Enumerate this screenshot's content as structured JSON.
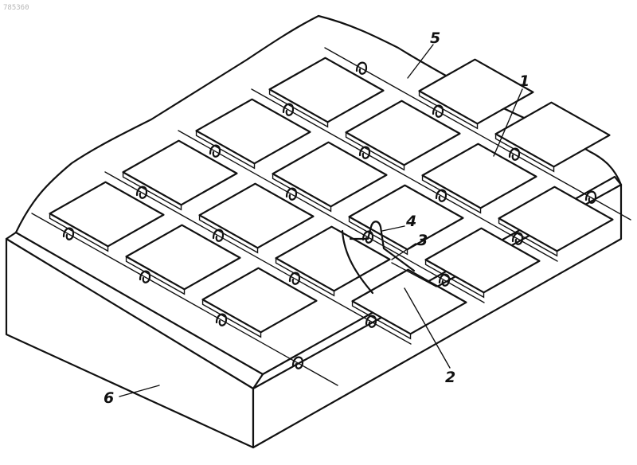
{
  "figure": {
    "corner_code": "785360",
    "callouts": [
      {
        "id": "1",
        "label": "1"
      },
      {
        "id": "2",
        "label": "2"
      },
      {
        "id": "3",
        "label": "3"
      },
      {
        "id": "4",
        "label": "4"
      },
      {
        "id": "5",
        "label": "5"
      },
      {
        "id": "6",
        "label": "6"
      }
    ]
  }
}
